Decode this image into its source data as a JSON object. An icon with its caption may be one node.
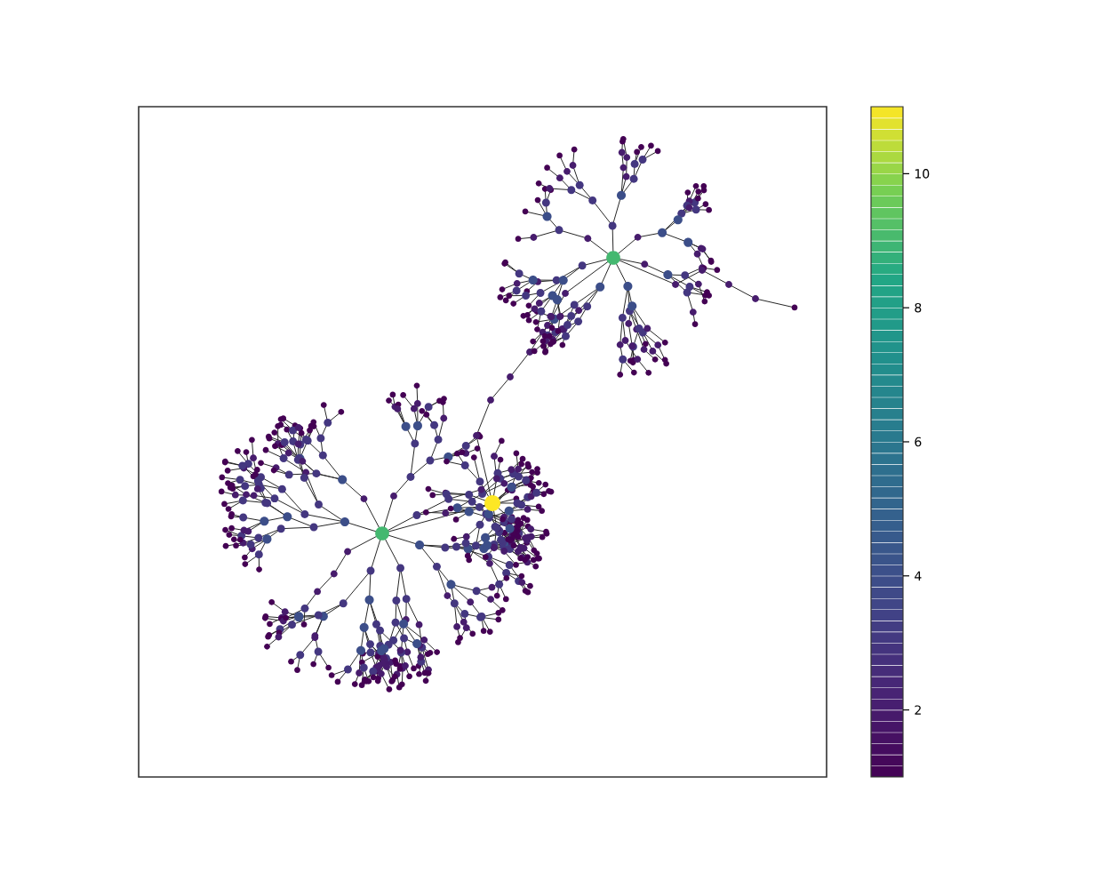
{
  "diagram": {
    "labels": [
      "2",
      "4",
      "6",
      "8",
      "10"
    ]
  }
}
